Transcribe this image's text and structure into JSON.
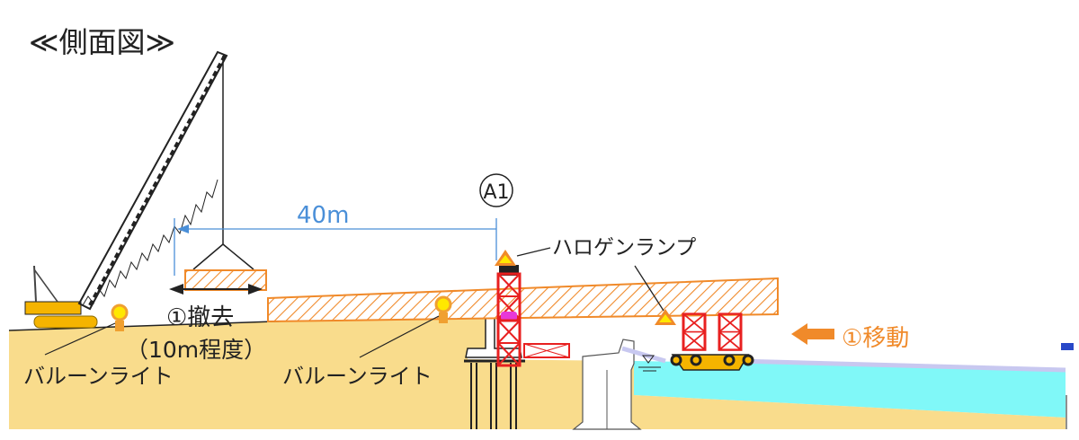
{
  "title": "≪側面図≫",
  "pier_label": "A1",
  "distance_label": "40m",
  "halogen_lamp_label": "ハロゲンランプ",
  "removal_label": "①撤去",
  "removal_length_label": "（10m程度）",
  "balloon_light_label_1": "バルーンライト",
  "balloon_light_label_2": "バルーンライト",
  "move_label": "①移動",
  "colors": {
    "ground": "#f9dc8c",
    "water": "#80f8f8",
    "girder": "#f08a2a",
    "bent": "#e82020",
    "dimension": "#4a8fd8",
    "barge": "#f5b400"
  }
}
